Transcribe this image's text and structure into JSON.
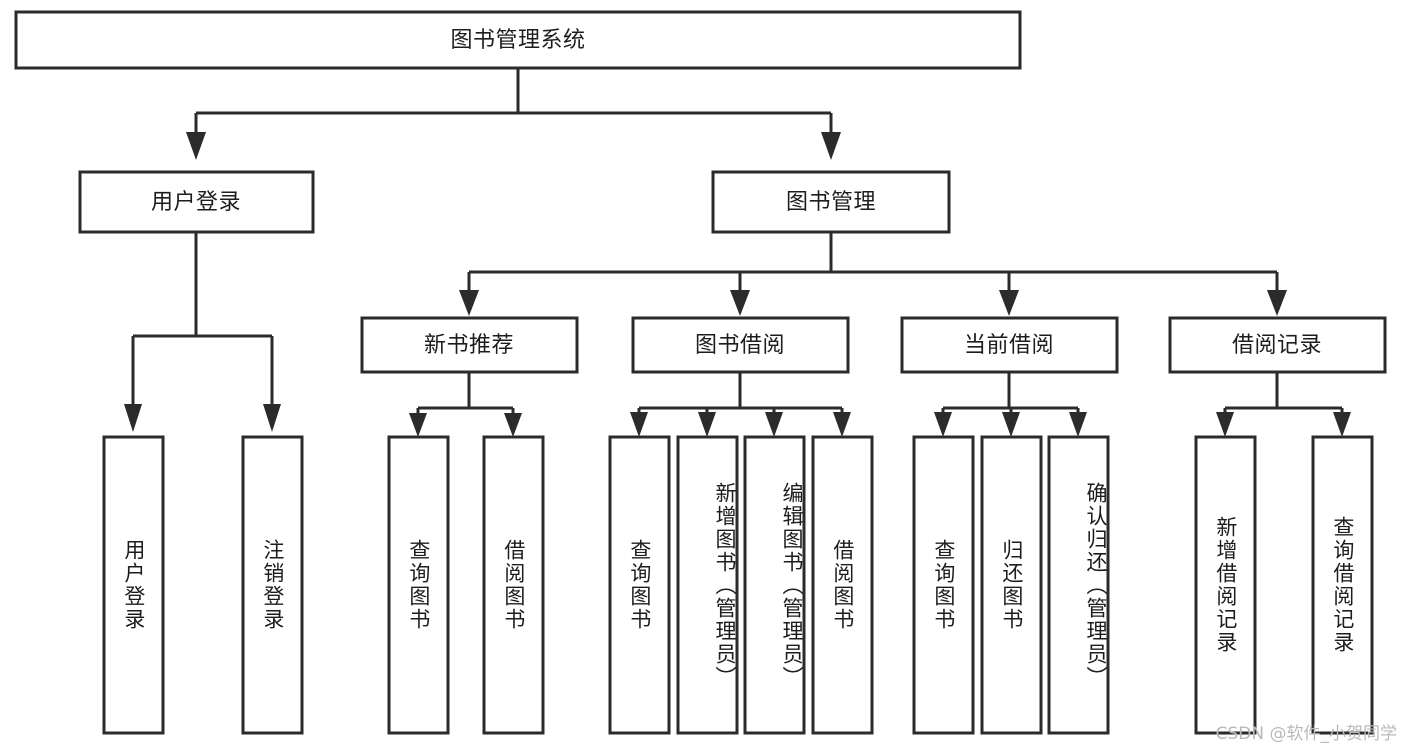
{
  "diagram": {
    "type": "tree-hierarchy-chart",
    "title": "图书管理系统",
    "colors": {
      "background": "#ffffff",
      "box_fill": "#ffffff",
      "box_stroke": "#2b2b2b",
      "text": "#1d1d1d",
      "watermark": "#b9b9b9"
    },
    "root": {
      "label": "图书管理系统",
      "orientation": "horizontal"
    },
    "level2": [
      {
        "label": "用户登录",
        "orientation": "horizontal"
      },
      {
        "label": "图书管理",
        "orientation": "horizontal"
      }
    ],
    "level3": [
      {
        "label": "新书推荐",
        "orientation": "horizontal"
      },
      {
        "label": "图书借阅",
        "orientation": "horizontal"
      },
      {
        "label": "当前借阅",
        "orientation": "horizontal"
      },
      {
        "label": "借阅记录",
        "orientation": "horizontal"
      }
    ],
    "leaves": [
      {
        "label": "用户登录",
        "parent": "用户登录",
        "orientation": "vertical"
      },
      {
        "label": "注销登录",
        "parent": "用户登录",
        "orientation": "vertical"
      },
      {
        "label": "查询图书",
        "parent": "新书推荐",
        "orientation": "vertical"
      },
      {
        "label": "借阅图书",
        "parent": "新书推荐",
        "orientation": "vertical"
      },
      {
        "label": "查询图书",
        "parent": "图书借阅",
        "orientation": "vertical"
      },
      {
        "label": "新增图书（管理员）",
        "parent": "图书借阅",
        "orientation": "vertical"
      },
      {
        "label": "编辑图书（管理员）",
        "parent": "图书借阅",
        "orientation": "vertical"
      },
      {
        "label": "借阅图书",
        "parent": "图书借阅",
        "orientation": "vertical"
      },
      {
        "label": "查询图书",
        "parent": "当前借阅",
        "orientation": "vertical"
      },
      {
        "label": "归还图书",
        "parent": "当前借阅",
        "orientation": "vertical"
      },
      {
        "label": "确认归还（管理员）",
        "parent": "当前借阅",
        "orientation": "vertical"
      },
      {
        "label": "新增借阅记录",
        "parent": "借阅记录",
        "orientation": "vertical"
      },
      {
        "label": "查询借阅记录",
        "parent": "借阅记录",
        "orientation": "vertical"
      }
    ],
    "watermark": "CSDN @软件_小贺同学"
  }
}
